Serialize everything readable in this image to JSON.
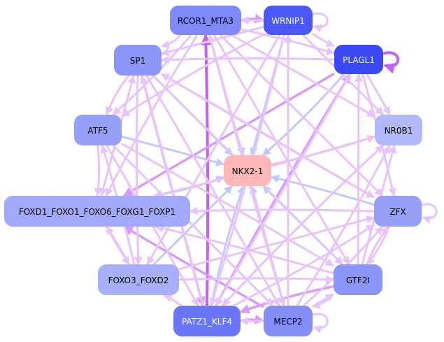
{
  "graph": {
    "title": "",
    "center_node": "NKX2-1",
    "nodes": [
      {
        "id": "RCOR1_MTA3",
        "label": "RCOR1_MTA3",
        "fill": "#7f8af8",
        "text": "#000000"
      },
      {
        "id": "WRNIP1",
        "label": "WRNIP1",
        "fill": "#4a58f8",
        "text": "#ffffff"
      },
      {
        "id": "PLAGL1",
        "label": "PLAGL1",
        "fill": "#3b49f5",
        "text": "#ffffff"
      },
      {
        "id": "SP1",
        "label": "SP1",
        "fill": "#8c96f8",
        "text": "#000000"
      },
      {
        "id": "ATF5",
        "label": "ATF5",
        "fill": "#97a0f9",
        "text": "#000000"
      },
      {
        "id": "NR0B1",
        "label": "NR0B1",
        "fill": "#b2b9fb",
        "text": "#000000"
      },
      {
        "id": "NKX2-1",
        "label": "NKX2-1",
        "fill": "#ffb7b7",
        "text": "#000000"
      },
      {
        "id": "FOXD1_FOXO1_FOXO6_FOXG1_FOXP1",
        "label": "FOXD1_FOXO1_FOXO6_FOXG1_FOXP1",
        "fill": "#a1a9fa",
        "text": "#000000"
      },
      {
        "id": "ZFX",
        "label": "ZFX",
        "fill": "#97a0f9",
        "text": "#000000"
      },
      {
        "id": "FOXO3_FOXD2",
        "label": "FOXO3_FOXD2",
        "fill": "#a8b0fa",
        "text": "#000000"
      },
      {
        "id": "GTF2I",
        "label": "GTF2I",
        "fill": "#8c96f8",
        "text": "#000000"
      },
      {
        "id": "PATZ1_KLF4",
        "label": "PATZ1_KLF4",
        "fill": "#6a76f7",
        "text": "#ffffff"
      },
      {
        "id": "MECP2",
        "label": "MECP2",
        "fill": "#838ef8",
        "text": "#000000"
      }
    ],
    "edge_colors": {
      "light": "#e8c4fb",
      "medium": "#d89bf7",
      "strong": "#c361f0",
      "blue": "#c2c9fb",
      "red": "#ffc4c4"
    },
    "edges": [
      {
        "from": "RCOR1_MTA3",
        "to": "WRNIP1",
        "style": "medium"
      },
      {
        "from": "WRNIP1",
        "to": "RCOR1_MTA3",
        "style": "light"
      },
      {
        "from": "WRNIP1",
        "to": "WRNIP1",
        "style": "light"
      },
      {
        "from": "PLAGL1",
        "to": "PLAGL1",
        "style": "strong"
      },
      {
        "from": "ZFX",
        "to": "ZFX",
        "style": "light"
      },
      {
        "from": "MECP2",
        "to": "MECP2",
        "style": "light"
      },
      {
        "from": "PATZ1_KLF4",
        "to": "MECP2",
        "style": "medium"
      },
      {
        "from": "MECP2",
        "to": "PATZ1_KLF4",
        "style": "light"
      },
      {
        "from": "NKX2-1",
        "to": "NR0B1",
        "style": "red"
      },
      {
        "from": "RCOR1_MTA3",
        "to": "NKX2-1",
        "style": "blue"
      },
      {
        "from": "WRNIP1",
        "to": "NKX2-1",
        "style": "blue"
      },
      {
        "from": "PLAGL1",
        "to": "NKX2-1",
        "style": "blue"
      },
      {
        "from": "SP1",
        "to": "NKX2-1",
        "style": "blue"
      },
      {
        "from": "ATF5",
        "to": "NKX2-1",
        "style": "blue"
      },
      {
        "from": "FOXD1_FOXO1_FOXO6_FOXG1_FOXP1",
        "to": "NKX2-1",
        "style": "blue"
      },
      {
        "from": "ZFX",
        "to": "NKX2-1",
        "style": "blue"
      },
      {
        "from": "FOXO3_FOXD2",
        "to": "NKX2-1",
        "style": "blue"
      },
      {
        "from": "GTF2I",
        "to": "NKX2-1",
        "style": "blue"
      },
      {
        "from": "PATZ1_KLF4",
        "to": "NKX2-1",
        "style": "blue"
      },
      {
        "from": "MECP2",
        "to": "NKX2-1",
        "style": "blue"
      },
      {
        "from": "PATZ1_KLF4",
        "to": "RCOR1_MTA3",
        "style": "strong"
      },
      {
        "from": "PATZ1_KLF4",
        "to": "PLAGL1",
        "style": "medium"
      },
      {
        "from": "PLAGL1",
        "to": "FOXD1_FOXO1_FOXO6_FOXG1_FOXP1",
        "style": "medium"
      },
      {
        "from": "MECP2",
        "to": "FOXD1_FOXO1_FOXO6_FOXG1_FOXP1",
        "style": "medium"
      },
      {
        "from": "GTF2I",
        "to": "PATZ1_KLF4",
        "style": "medium"
      },
      {
        "from": "SP1",
        "to": "PATZ1_KLF4",
        "style": "medium"
      },
      {
        "from": "SP1",
        "to": "MECP2",
        "style": "light"
      },
      {
        "from": "SP1",
        "to": "ATF5",
        "style": "light"
      },
      {
        "from": "SP1",
        "to": "GTF2I",
        "style": "light"
      },
      {
        "from": "SP1",
        "to": "ZFX",
        "style": "light"
      },
      {
        "from": "SP1",
        "to": "FOXO3_FOXD2",
        "style": "light"
      },
      {
        "from": "SP1",
        "to": "FOXD1_FOXO1_FOXO6_FOXG1_FOXP1",
        "style": "light"
      },
      {
        "from": "RCOR1_MTA3",
        "to": "SP1",
        "style": "light"
      },
      {
        "from": "RCOR1_MTA3",
        "to": "PLAGL1",
        "style": "light"
      },
      {
        "from": "RCOR1_MTA3",
        "to": "NR0B1",
        "style": "light"
      },
      {
        "from": "RCOR1_MTA3",
        "to": "ZFX",
        "style": "light"
      },
      {
        "from": "RCOR1_MTA3",
        "to": "GTF2I",
        "style": "light"
      },
      {
        "from": "RCOR1_MTA3",
        "to": "MECP2",
        "style": "light"
      },
      {
        "from": "RCOR1_MTA3",
        "to": "ATF5",
        "style": "light"
      },
      {
        "from": "RCOR1_MTA3",
        "to": "FOXD1_FOXO1_FOXO6_FOXG1_FOXP1",
        "style": "light"
      },
      {
        "from": "WRNIP1",
        "to": "SP1",
        "style": "light"
      },
      {
        "from": "WRNIP1",
        "to": "PLAGL1",
        "style": "light"
      },
      {
        "from": "WRNIP1",
        "to": "NR0B1",
        "style": "light"
      },
      {
        "from": "WRNIP1",
        "to": "FOXO3_FOXD2",
        "style": "light"
      },
      {
        "from": "WRNIP1",
        "to": "PATZ1_KLF4",
        "style": "light"
      },
      {
        "from": "WRNIP1",
        "to": "ATF5",
        "style": "light"
      },
      {
        "from": "PLAGL1",
        "to": "NR0B1",
        "style": "light"
      },
      {
        "from": "PLAGL1",
        "to": "ZFX",
        "style": "light"
      },
      {
        "from": "PLAGL1",
        "to": "SP1",
        "style": "light"
      },
      {
        "from": "PLAGL1",
        "to": "PATZ1_KLF4",
        "style": "light"
      },
      {
        "from": "ATF5",
        "to": "FOXD1_FOXO1_FOXO6_FOXG1_FOXP1",
        "style": "light"
      },
      {
        "from": "ATF5",
        "to": "GTF2I",
        "style": "light"
      },
      {
        "from": "ATF5",
        "to": "PATZ1_KLF4",
        "style": "light"
      },
      {
        "from": "ATF5",
        "to": "MECP2",
        "style": "light"
      },
      {
        "from": "FOXD1_FOXO1_FOXO6_FOXG1_FOXP1",
        "to": "FOXO3_FOXD2",
        "style": "light"
      },
      {
        "from": "FOXD1_FOXO1_FOXO6_FOXG1_FOXP1",
        "to": "SP1",
        "style": "light"
      },
      {
        "from": "FOXO3_FOXD2",
        "to": "ATF5",
        "style": "light"
      },
      {
        "from": "FOXO3_FOXD2",
        "to": "GTF2I",
        "style": "light"
      },
      {
        "from": "FOXO3_FOXD2",
        "to": "ZFX",
        "style": "light"
      },
      {
        "from": "FOXO3_FOXD2",
        "to": "FOXD1_FOXO1_FOXO6_FOXG1_FOXP1",
        "style": "light"
      },
      {
        "from": "PATZ1_KLF4",
        "to": "FOXO3_FOXD2",
        "style": "light"
      },
      {
        "from": "PATZ1_KLF4",
        "to": "SP1",
        "style": "light"
      },
      {
        "from": "PATZ1_KLF4",
        "to": "ZFX",
        "style": "light"
      },
      {
        "from": "PATZ1_KLF4",
        "to": "NR0B1",
        "style": "light"
      },
      {
        "from": "MECP2",
        "to": "GTF2I",
        "style": "light"
      },
      {
        "from": "MECP2",
        "to": "ZFX",
        "style": "light"
      },
      {
        "from": "MECP2",
        "to": "RCOR1_MTA3",
        "style": "light"
      },
      {
        "from": "MECP2",
        "to": "WRNIP1",
        "style": "light"
      },
      {
        "from": "MECP2",
        "to": "NR0B1",
        "style": "light"
      },
      {
        "from": "GTF2I",
        "to": "ZFX",
        "style": "light"
      },
      {
        "from": "GTF2I",
        "to": "NR0B1",
        "style": "light"
      },
      {
        "from": "GTF2I",
        "to": "MECP2",
        "style": "light"
      },
      {
        "from": "GTF2I",
        "to": "FOXD1_FOXO1_FOXO6_FOXG1_FOXP1",
        "style": "light"
      },
      {
        "from": "GTF2I",
        "to": "PLAGL1",
        "style": "light"
      },
      {
        "from": "ZFX",
        "to": "GTF2I",
        "style": "light"
      },
      {
        "from": "ZFX",
        "to": "FOXD1_FOXO1_FOXO6_FOXG1_FOXP1",
        "style": "light"
      },
      {
        "from": "ZFX",
        "to": "SP1",
        "style": "light"
      },
      {
        "from": "NR0B1",
        "to": "FOXD1_FOXO1_FOXO6_FOXG1_FOXP1",
        "style": "light"
      },
      {
        "from": "NR0B1",
        "to": "PATZ1_KLF4",
        "style": "light"
      }
    ]
  }
}
